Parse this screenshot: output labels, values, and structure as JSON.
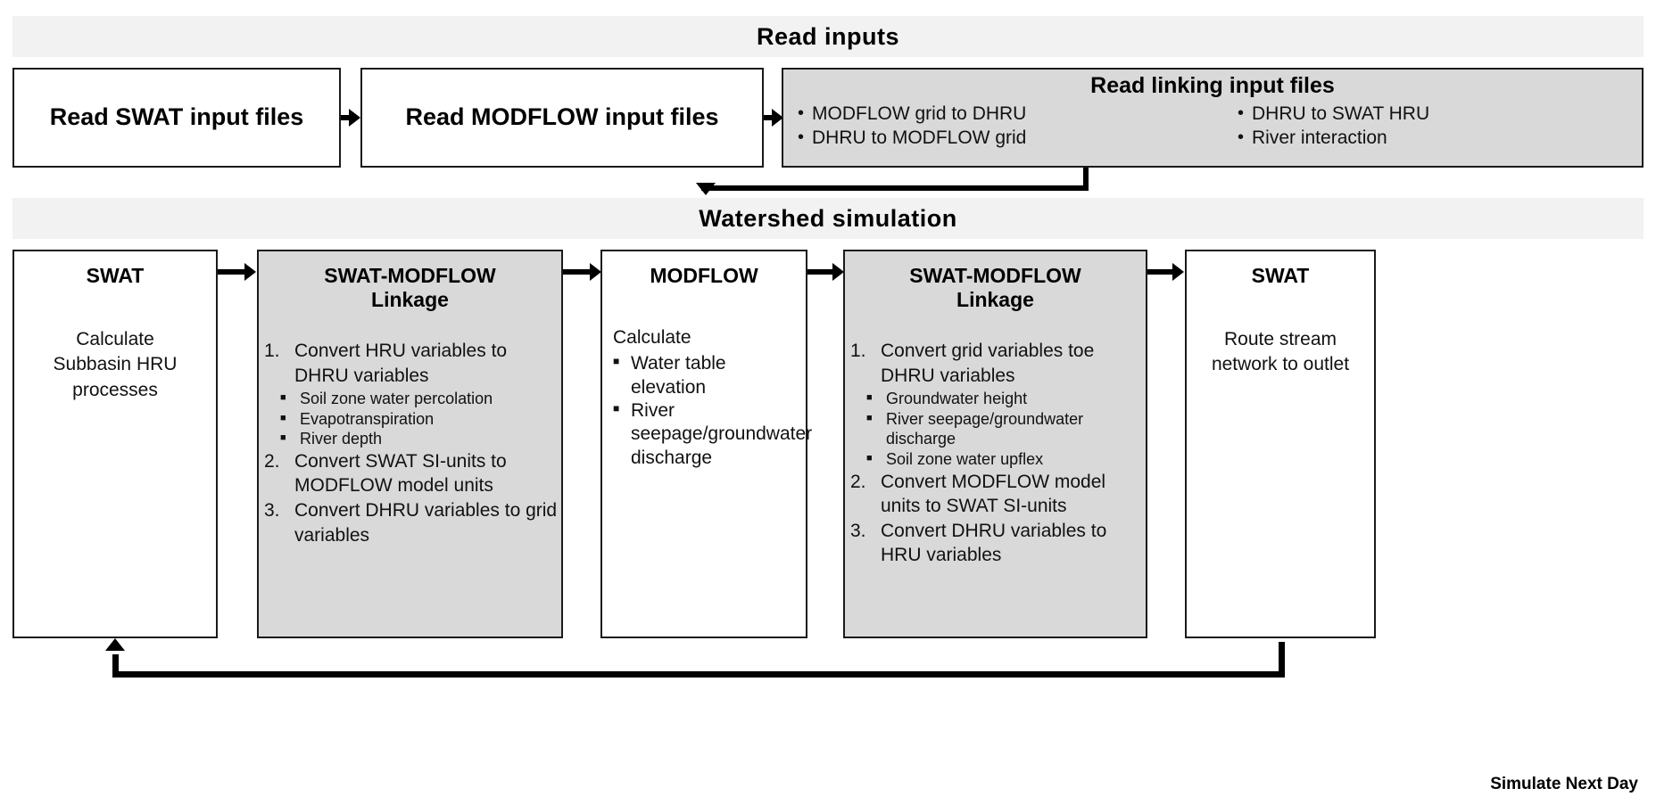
{
  "diagram": {
    "title": "SWAT-MODFLOW model flowchart",
    "colors": {
      "banner_bg": "#f2f2f2",
      "shaded_box_bg": "#d9d9d9",
      "plain_box_bg": "#ffffff",
      "border": "#1a1a1a",
      "text": "#111111",
      "arrow": "#000000"
    }
  },
  "section_read_inputs": {
    "banner": "Read inputs",
    "box_read_swat": {
      "title": "Read SWAT input files"
    },
    "box_read_modflow": {
      "title": "Read MODFLOW input files"
    },
    "box_read_linking": {
      "title": "Read linking input files",
      "bullets_left": [
        "MODFLOW grid to DHRU",
        "DHRU to MODFLOW grid"
      ],
      "bullets_right": [
        "DHRU to SWAT HRU",
        "River interaction"
      ]
    }
  },
  "section_watershed": {
    "banner": "Watershed simulation",
    "box_swat_left": {
      "title": "SWAT",
      "lines": "Calculate\nSubbasin HRU\nprocesses"
    },
    "box_linkage_left": {
      "title": "SWAT-MODFLOW\nLinkage",
      "steps": [
        {
          "number": "1.",
          "text": "Convert HRU variables to DHRU variables",
          "sub": [
            "Soil zone water percolation",
            "Evapotranspiration",
            "River depth"
          ]
        },
        {
          "number": "2.",
          "text": "Convert SWAT SI-units to MODFLOW model units",
          "sub": []
        },
        {
          "number": "3.",
          "text": "Convert DHRU variables to grid variables",
          "sub": []
        }
      ]
    },
    "box_modflow": {
      "title": "MODFLOW",
      "calc_label": "Calculate",
      "bullets": [
        "Water table elevation",
        "River seepage/groundwater discharge"
      ]
    },
    "box_linkage_right": {
      "title": "SWAT-MODFLOW\nLinkage",
      "steps": [
        {
          "number": "1.",
          "text": "Convert grid variables toe DHRU variables",
          "sub": [
            "Groundwater height",
            "River seepage/groundwater discharge",
            "Soil zone water upflex"
          ]
        },
        {
          "number": "2.",
          "text": "Convert MODFLOW model units to SWAT SI-units",
          "sub": []
        },
        {
          "number": "3.",
          "text": "Convert DHRU variables to HRU variables",
          "sub": []
        }
      ]
    },
    "box_swat_right": {
      "title": "SWAT",
      "lines": "Route stream\nnetwork to outlet"
    },
    "loop_label": "Simulate Next Day"
  }
}
